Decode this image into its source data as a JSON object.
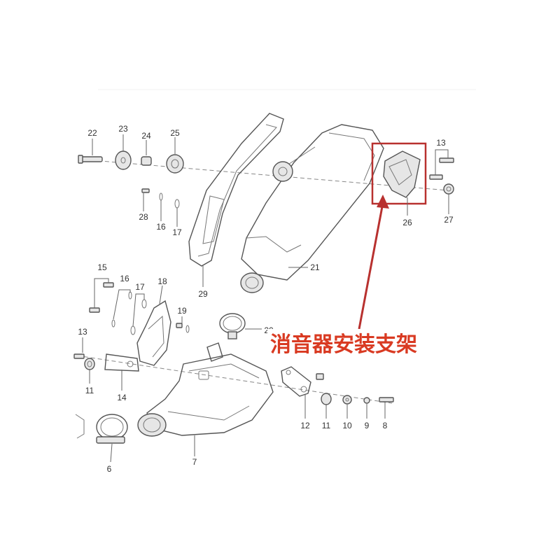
{
  "annotation": {
    "text": "消音器安装支架",
    "color": "#d93a22"
  },
  "highlight_color": "#b8312f",
  "part_numbers": {
    "p22": "22",
    "p23": "23",
    "p24": "24",
    "p25": "25",
    "p13a": "13",
    "p28": "28",
    "p16a": "16",
    "p17a": "17",
    "p26": "26",
    "p27": "27",
    "p21": "21",
    "p29": "29",
    "p15": "15",
    "p16b": "16",
    "p17b": "17",
    "p18": "18",
    "p19": "19",
    "p20": "20",
    "p13b": "13",
    "p13c": "13",
    "p11a": "11",
    "p14": "14",
    "p12": "12",
    "p11b": "11",
    "p10": "10",
    "p9": "9",
    "p8": "8",
    "p6": "6",
    "p7": "7"
  }
}
